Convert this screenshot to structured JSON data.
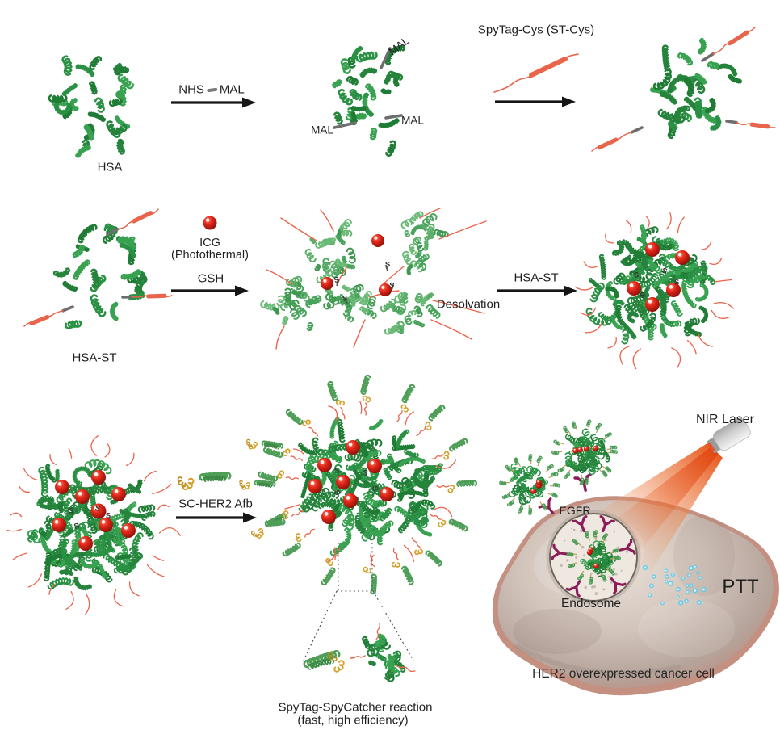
{
  "palette": {
    "protein_green": "#2a9144",
    "protein_green_light": "#5cae6a",
    "peptide_red": "#e8654c",
    "icg_red": "#d42011",
    "linker_gray": "#6e6e6e",
    "spycatcher_yellow": "#d4a22c",
    "affibody_green": "#4f9e58",
    "egfr_magenta": "#8c1d5a",
    "ptt_cyan": "#62cbe9",
    "beam_orange": "#e85c28",
    "arrow_black": "#151515"
  },
  "row1": {
    "hsa": "HSA",
    "nhs": "NHS",
    "mal": "MAL",
    "spytag_cys": "SpyTag-Cys (ST-Cys)"
  },
  "row2": {
    "hsa_st": "HSA-ST",
    "icg": "ICG",
    "icg_sub": "(Photothermal)",
    "gsh": "GSH",
    "desolvation": "Desolvation",
    "arrow_label": "HSA-ST",
    "s_mark": "S"
  },
  "row3": {
    "arrow_label": "SC-HER2 Afb",
    "caption_line1": "SpyTag-SpyCatcher reaction",
    "caption_line2": "(fast, high efficiency)"
  },
  "cell": {
    "nir_laser": "NIR Laser",
    "egfr": "EGFR",
    "endosome": "Endosome",
    "ptt": "PTT",
    "caption": "HER2 overexpressed cancer cell"
  }
}
